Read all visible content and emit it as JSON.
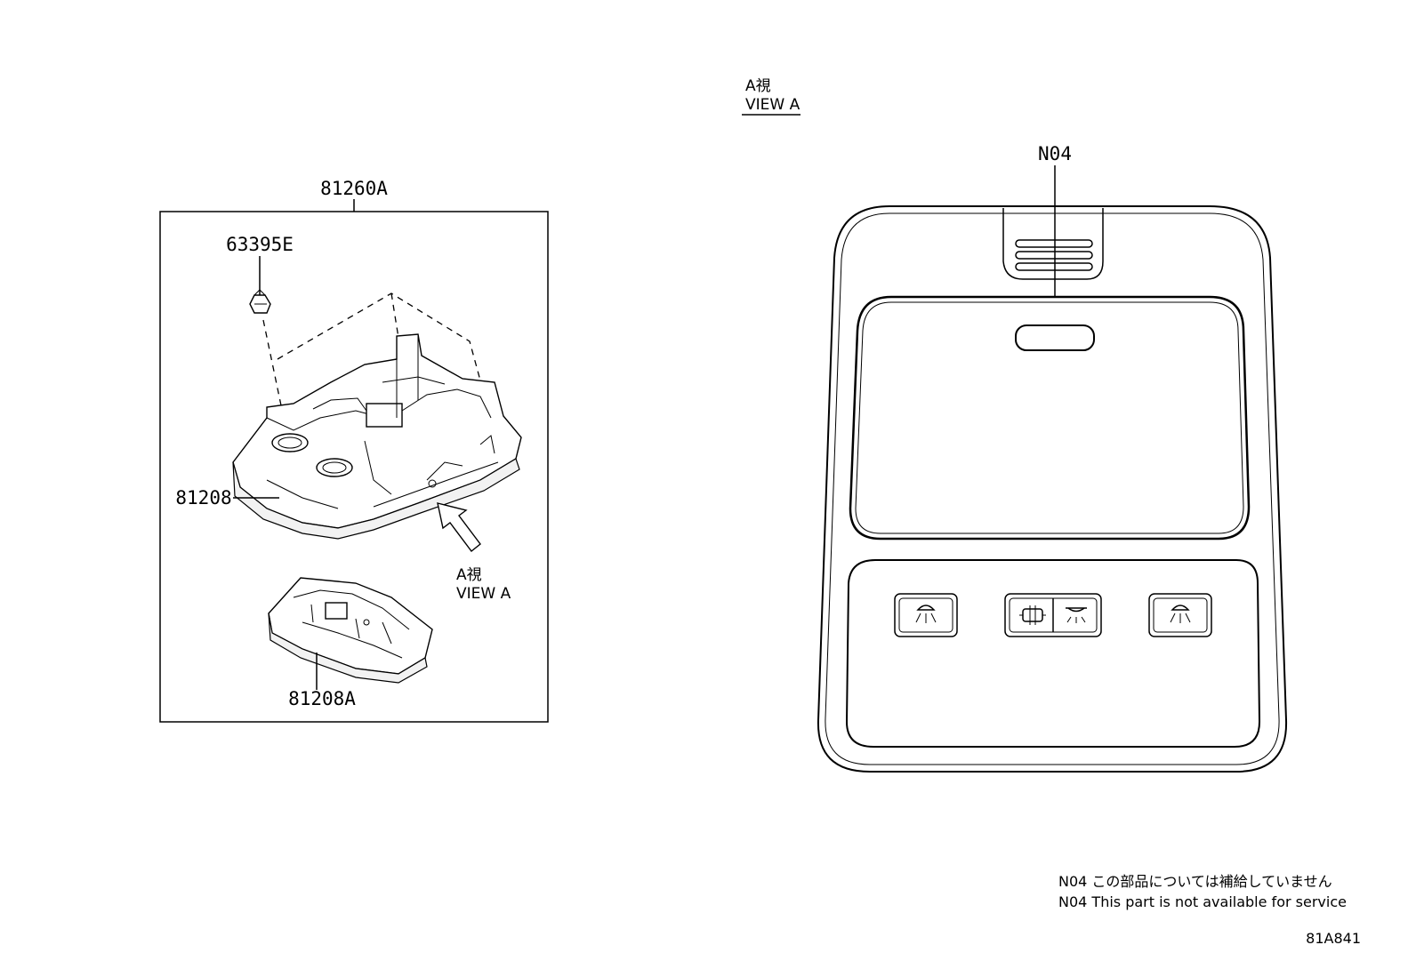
{
  "labels": {
    "assembly": "81260A",
    "clip": "63395E",
    "lamp_housing": "81208",
    "lamp_base": "81208A",
    "view_a_jp": "A視",
    "view_a_en": "VIEW A",
    "view_header_jp": "A視",
    "view_header_en": "VIEW A",
    "callout_n04": "N04"
  },
  "notes": {
    "line_jp": "N04 この部品については補給していません",
    "line_en": "N04 This part is not available for service"
  },
  "diagram_code": "81A841",
  "icons": [
    "dome-light-icon",
    "door-light-icon",
    "map-light-icon",
    "reading-light-icon"
  ]
}
